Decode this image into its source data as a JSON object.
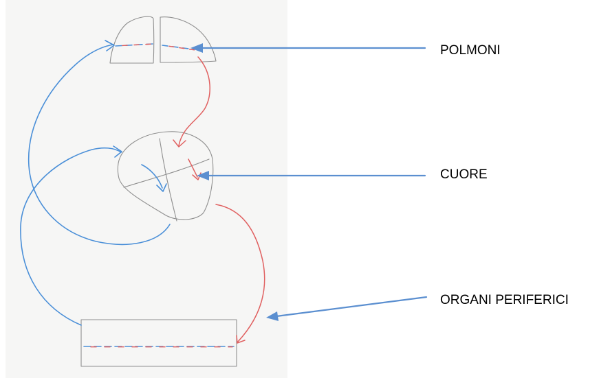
{
  "diagram": {
    "labels": {
      "lungs": "POLMONI",
      "heart": "CUORE",
      "peripheral_organs": "ORGANI PERIFERICI"
    },
    "colors": {
      "paper": "#f6f6f5",
      "sketch_outline": "#8f8f8f",
      "deoxygenated_blood": "#4a8fd8",
      "oxygenated_blood": "#e06060",
      "pointer_arrows": "#5b8fd0",
      "text": "#000000"
    }
  }
}
